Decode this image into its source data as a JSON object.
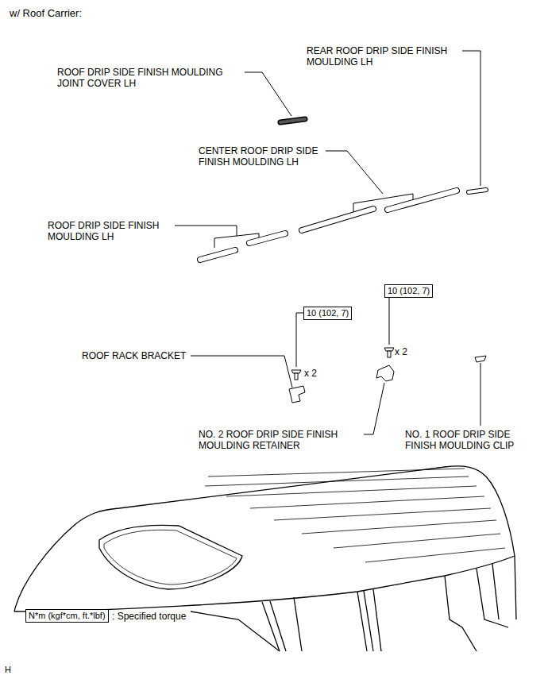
{
  "diagram": {
    "nodes": [
      {
        "text": [
          "10 (102, 7)"
        ]
      },
      {
        "text": [
          "10 (102, 7)"
        ]
      },
      {
        "text": [
          "N*m (kgf*cm, ft.*lbf)"
        ]
      }
    ],
    "labels": [
      "w/ Roof Carrier:",
      "REAR ROOF DRIP SIDE FINISH MOULDING LH",
      "ROOF DRIP SIDE FINISH MOULDING JOINT COVER LH",
      "CENTER ROOF DRIP SIDE FINISH MOULDING LH",
      "ROOF DRIP SIDE FINISH MOULDING LH",
      "x 2",
      "x 2",
      "ROOF RACK BRACKET",
      "NO. 2 ROOF DRIP SIDE FINISH MOULDING RETAINER",
      "NO. 1 ROOF DRIP SIDE FINISH MOULDING CLIP",
      ": Specified torque",
      "H"
    ]
  }
}
